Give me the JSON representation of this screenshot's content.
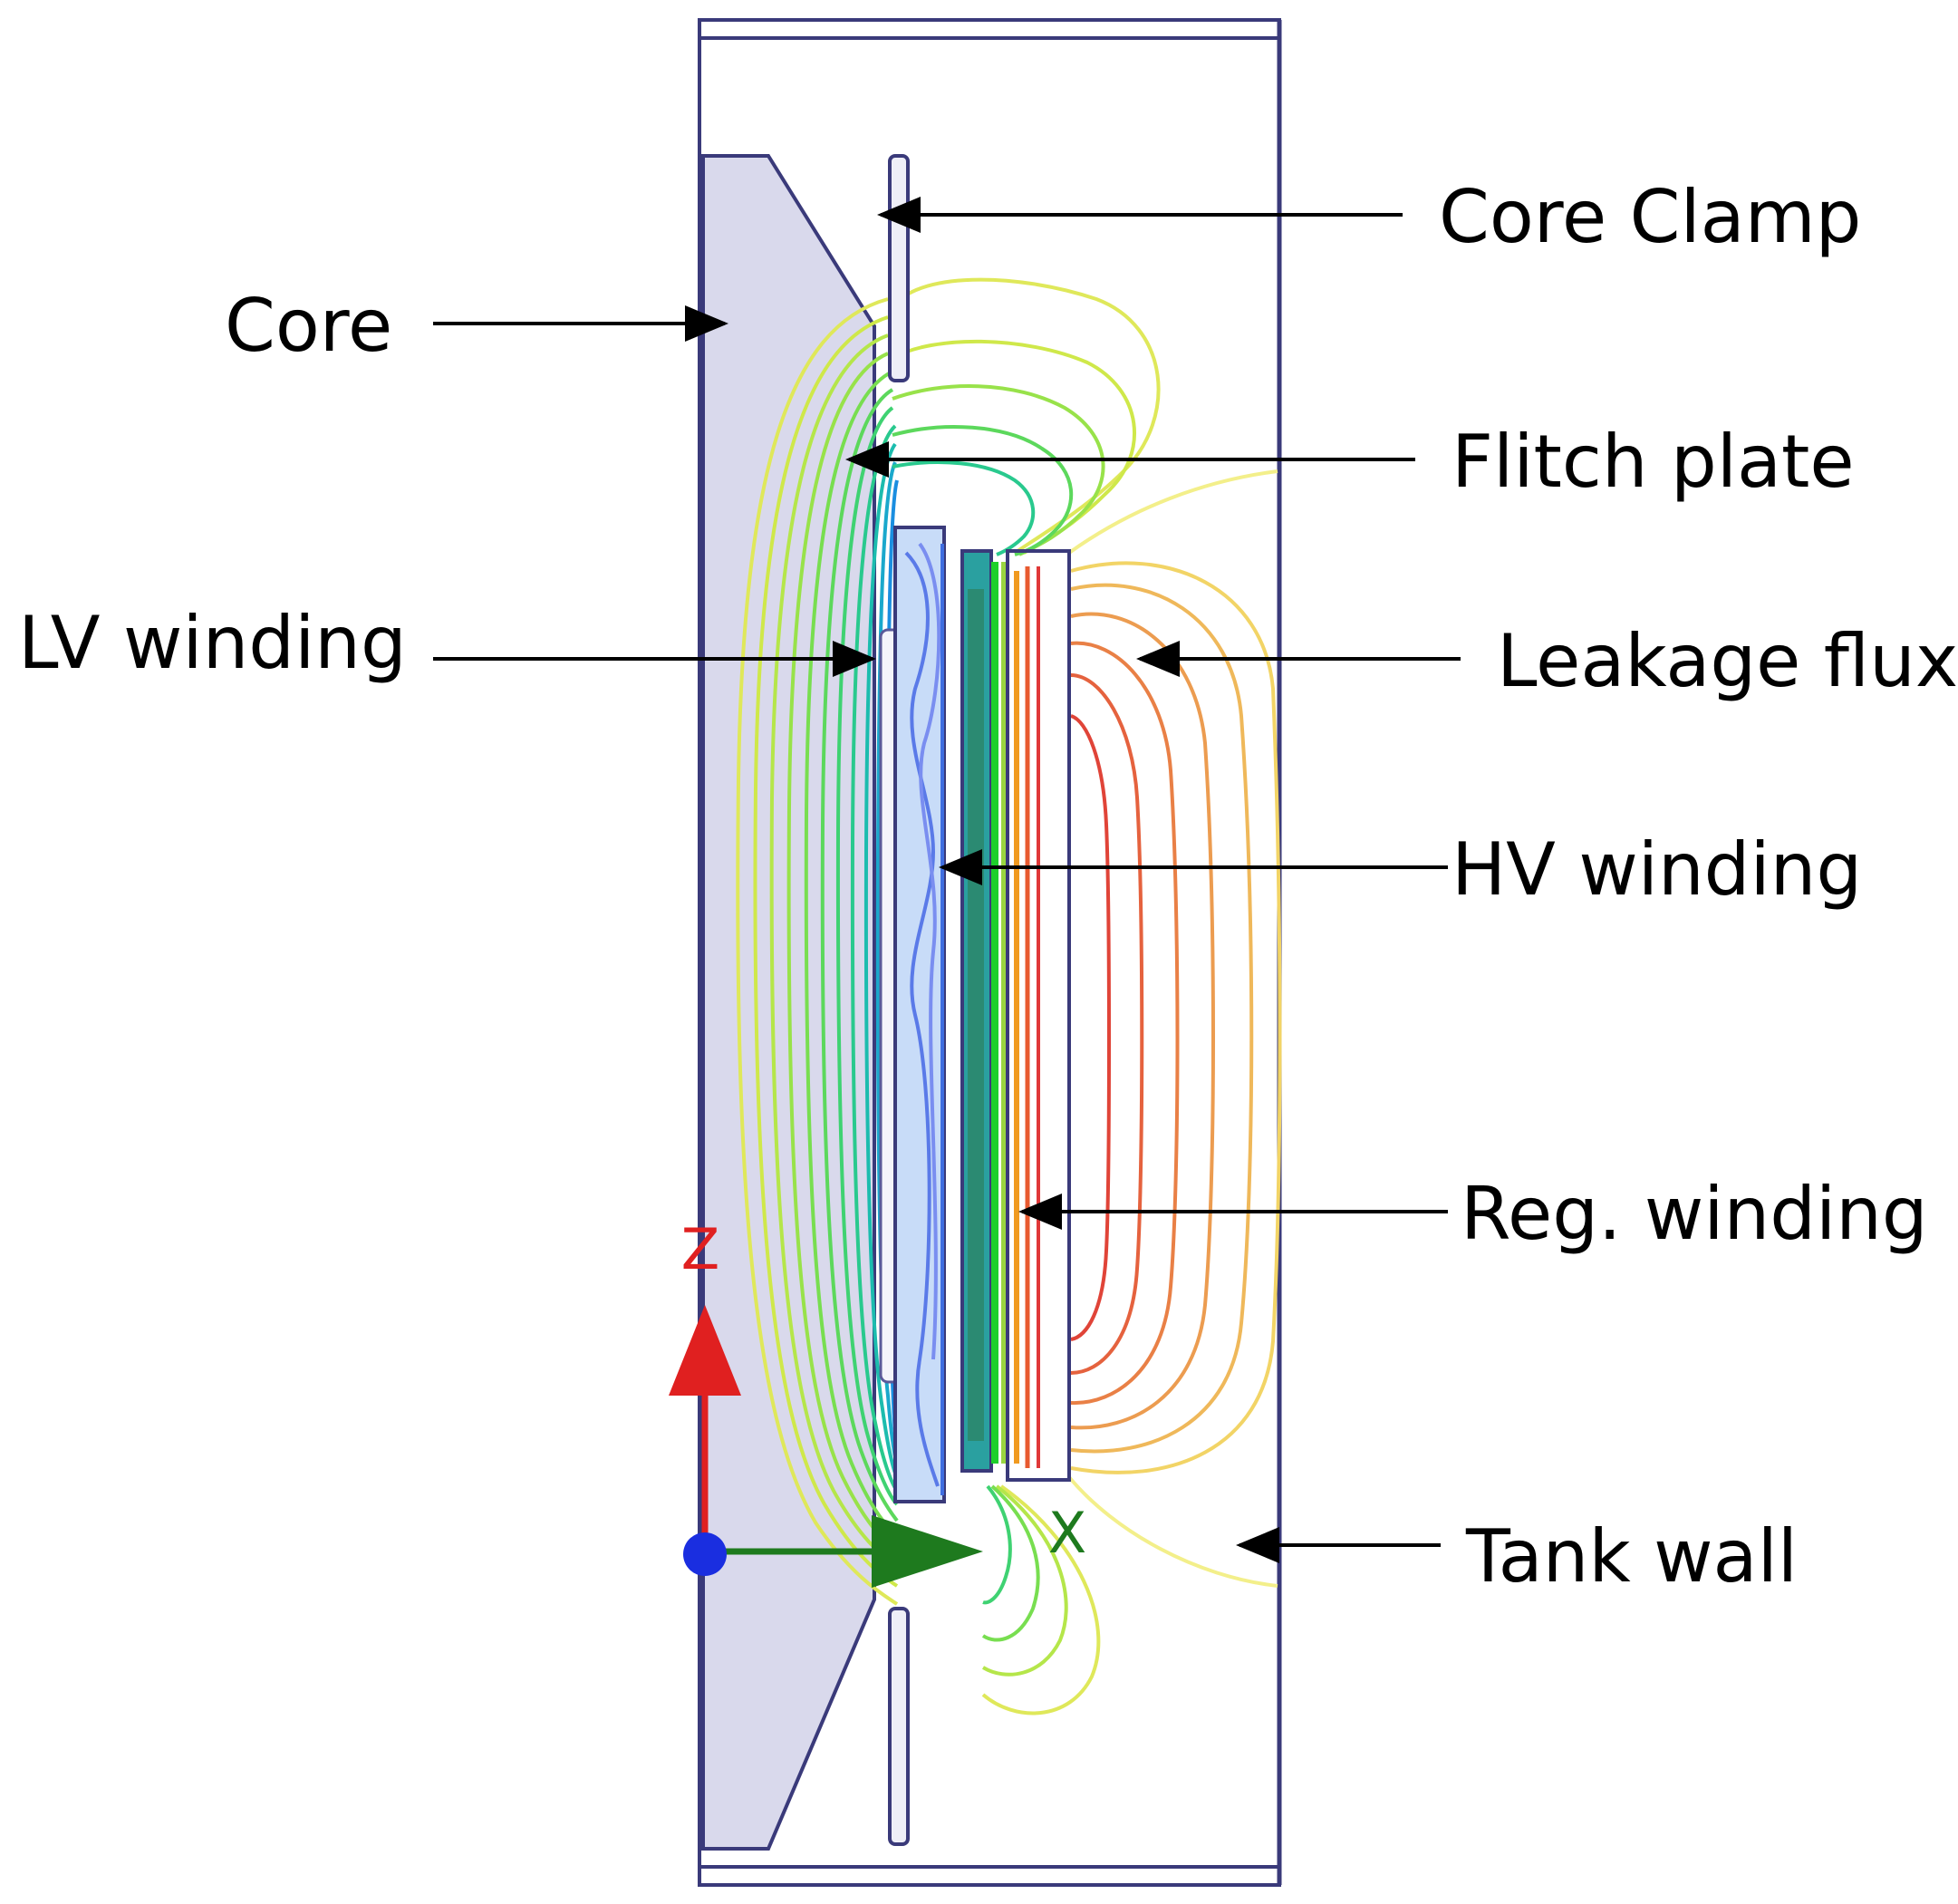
{
  "labels": {
    "core_clamp": "Core Clamp",
    "core": "Core",
    "flitch_plate": "Flitch plate",
    "lv_winding": "LV winding",
    "leakage_flux": "Leakage flux",
    "hv_winding": "HV winding",
    "reg_winding": "Reg. winding",
    "tank_wall": "Tank wall"
  },
  "axes": {
    "z": "Z",
    "x": "X"
  },
  "colors": {
    "tank_bg": "#eeeef7",
    "frame": "#3a3a7a",
    "core_fill": "#d9d9ec",
    "z_axis": "#e02020",
    "x_axis": "#1e7a1e",
    "y_axis": "#1a2ee0"
  }
}
